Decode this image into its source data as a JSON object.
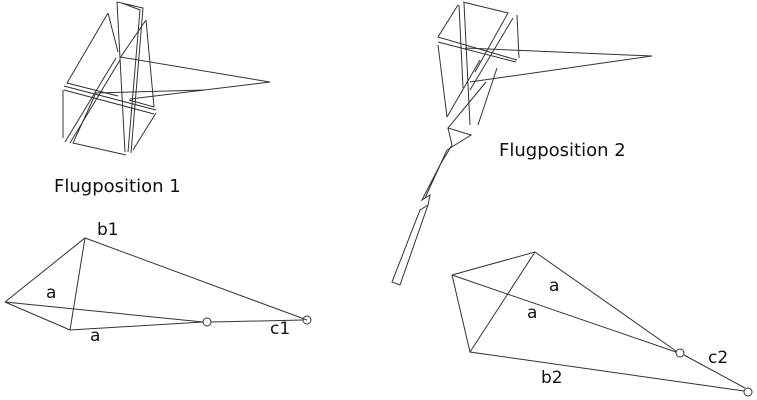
{
  "figure1": {
    "title": "Flugposition 1",
    "labels": {
      "b": "b1",
      "a_upper": "a",
      "a_lower": "a",
      "c": "c1"
    }
  },
  "figure2": {
    "title": "Flugposition 2",
    "labels": {
      "a_upper": "a",
      "a_lower": "a",
      "c": "c2",
      "b": "b2"
    }
  }
}
